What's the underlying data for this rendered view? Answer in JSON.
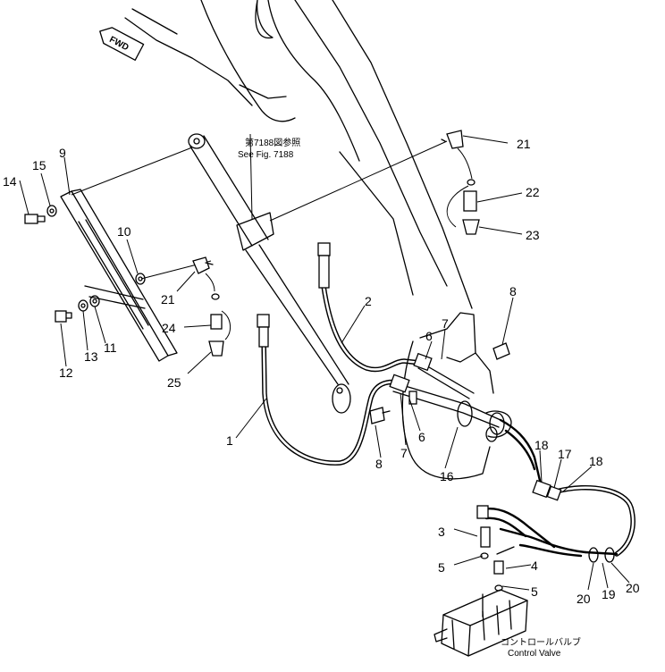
{
  "notes": {
    "fig_ref_jp": "第7188図参照",
    "fig_ref_en": "See Fig. 7188",
    "fwd": "FWD",
    "control_valve_jp": "コントロールバルブ",
    "control_valve_en": "Control Valve"
  },
  "callouts": {
    "c1": "1",
    "c2": "2",
    "c3": "3",
    "c4": "4",
    "c5a": "5",
    "c5b": "5",
    "c6a": "6",
    "c6b": "6",
    "c7a": "7",
    "c7b": "7",
    "c8a": "8",
    "c8b": "8",
    "c9": "9",
    "c10": "10",
    "c11": "11",
    "c12": "12",
    "c13": "13",
    "c14": "14",
    "c15": "15",
    "c16": "16",
    "c17": "17",
    "c18a": "18",
    "c18b": "18",
    "c19": "19",
    "c20a": "20",
    "c20b": "20",
    "c21a": "21",
    "c21b": "21",
    "c22": "22",
    "c23": "23",
    "c24": "24",
    "c25": "25"
  }
}
